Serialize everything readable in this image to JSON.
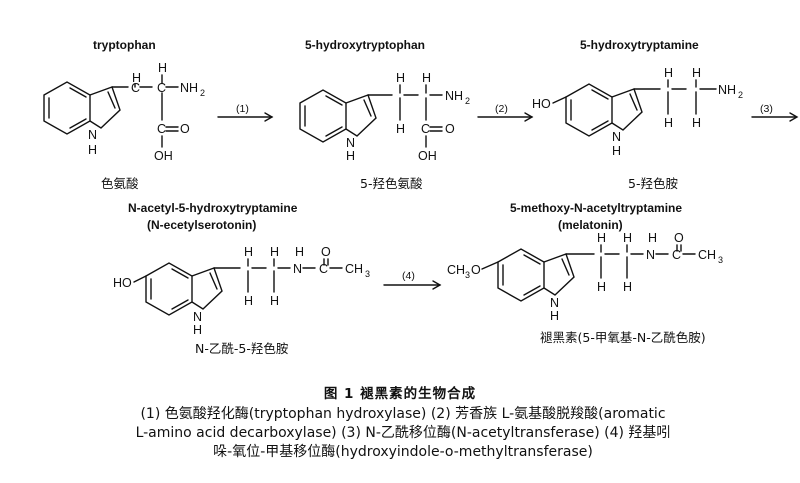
{
  "compounds": {
    "tryptophan": {
      "en": "tryptophan",
      "zh": "色氨酸"
    },
    "hydroxytryptophan": {
      "en": "5-hydroxytryptophan",
      "zh": "5-羟色氨酸"
    },
    "hydroxytryptamine": {
      "en": "5-hydroxytryptamine",
      "zh": "5-羟色胺"
    },
    "acetylserotonin": {
      "en": "N-acetyl-5-hydroxytryptamine",
      "en2": "(N-ecetylserotonin)",
      "zh": "N-乙酰-5-羟色胺"
    },
    "melatonin": {
      "en": "5-methoxy-N-acetyltryptamine",
      "en2": "(melatonin)",
      "zh": "褪黑素(5-甲氧基-N-乙酰色胺)"
    }
  },
  "steps": [
    "(1)",
    "(2)",
    "(3)",
    "(4)"
  ],
  "atoms": {
    "H": "H",
    "N": "N",
    "NH": "NH",
    "NH2": "NH",
    "two": "2",
    "C": "C",
    "O": "O",
    "OH": "OH",
    "HO": "HO",
    "CH3": "CH",
    "three": "3",
    "CH3O": "CH",
    "O3": "O"
  },
  "figure": {
    "title": "图 1  褪黑素的生物合成",
    "legend_line1": "(1) 色氨酸羟化酶(tryptophan hydroxylase) (2) 芳香族 L-氨基酸脱羧酸(aromatic",
    "legend_line2": "L-amino acid decarboxylase) (3) N-乙酰移位酶(N-acetyltransferase) (4) 羟基吲",
    "legend_line3": "哚-氧位-甲基移位酶(hydroxyindole-o-methyltransferase)"
  }
}
